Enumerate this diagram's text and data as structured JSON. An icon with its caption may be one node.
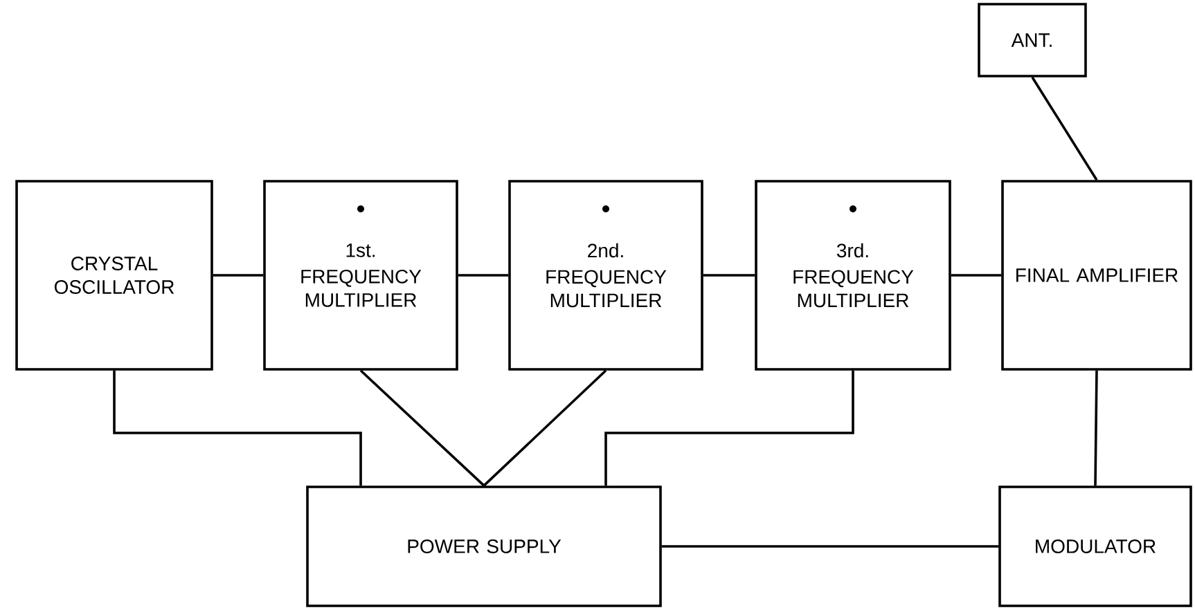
{
  "diagram": {
    "nodes": [
      {
        "text": [
          "ANT."
        ]
      },
      {
        "text": [
          "CRYSTAL OSCILLATOR"
        ]
      },
      {
        "text": [
          "1st.",
          "FREQUENCY MULTIPLIER"
        ]
      },
      {
        "text": [
          "2nd.",
          "FREQUENCY MULTIPLIER"
        ]
      },
      {
        "text": [
          "3rd.",
          "FREQUENCY MULTIPLIER"
        ]
      },
      {
        "text": [
          "FINAL AMPLIFIER"
        ]
      },
      {
        "text": [
          "POWER SUPPLY"
        ]
      },
      {
        "text": [
          "MODULATOR"
        ]
      }
    ],
    "edges": [
      {
        "from": 1,
        "to": 2,
        "arrow": "none"
      },
      {
        "from": 2,
        "to": 3,
        "arrow": "none"
      },
      {
        "from": 3,
        "to": 4,
        "arrow": "none"
      },
      {
        "from": 4,
        "to": 5,
        "arrow": "none"
      },
      {
        "from": 5,
        "to": 0,
        "arrow": "none"
      },
      {
        "from": 5,
        "to": 7,
        "arrow": "none"
      },
      {
        "from": 1,
        "to": 6,
        "arrow": "none"
      },
      {
        "from": 2,
        "to": 6,
        "arrow": "none"
      },
      {
        "from": 3,
        "to": 6,
        "arrow": "none"
      },
      {
        "from": 4,
        "to": 6,
        "arrow": "none"
      },
      {
        "from": 6,
        "to": 7,
        "arrow": "none"
      }
    ]
  }
}
